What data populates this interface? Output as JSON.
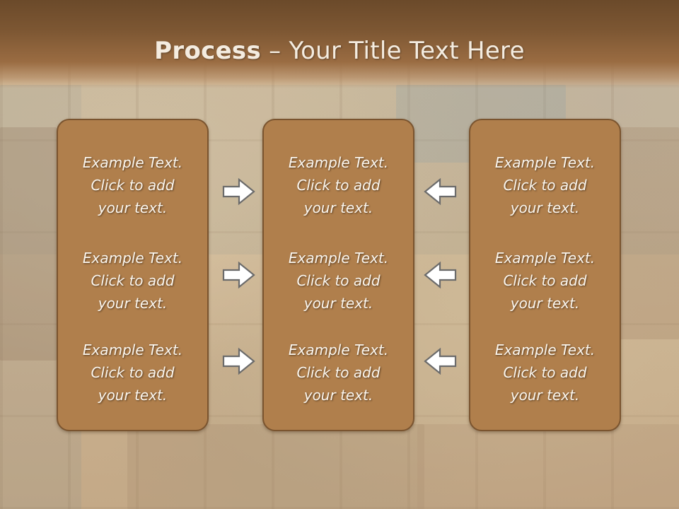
{
  "slide": {
    "title_bold": "Process",
    "title_rest": " – Your Title Text Here"
  },
  "boxes": {
    "left": [
      {
        "l1": "Example Text.",
        "l2": "Click  to add",
        "l3": "your text."
      },
      {
        "l1": "Example Text.",
        "l2": "Click  to add",
        "l3": "your text."
      },
      {
        "l1": "Example Text.",
        "l2": "Click  to add",
        "l3": "your text."
      }
    ],
    "middle": [
      {
        "l1": "Example Text.",
        "l2": "Click  to add",
        "l3": "your text."
      },
      {
        "l1": "Example Text.",
        "l2": "Click  to add",
        "l3": "your text."
      },
      {
        "l1": "Example Text.",
        "l2": "Click  to add",
        "l3": "your text."
      }
    ],
    "right": [
      {
        "l1": "Example Text.",
        "l2": "Click  to add",
        "l3": "your text."
      },
      {
        "l1": "Example Text.",
        "l2": "Click  to add",
        "l3": "your text."
      },
      {
        "l1": "Example Text.",
        "l2": "Click  to add",
        "l3": "your text."
      }
    ]
  },
  "icons": {
    "left_arrows": "arrow-right-icon",
    "right_arrows": "arrow-left-icon"
  },
  "colors": {
    "title_bar": "#7d5733",
    "box_fill": "#b07f4c",
    "box_border": "#7a542f",
    "text": "#fbf6ee"
  }
}
